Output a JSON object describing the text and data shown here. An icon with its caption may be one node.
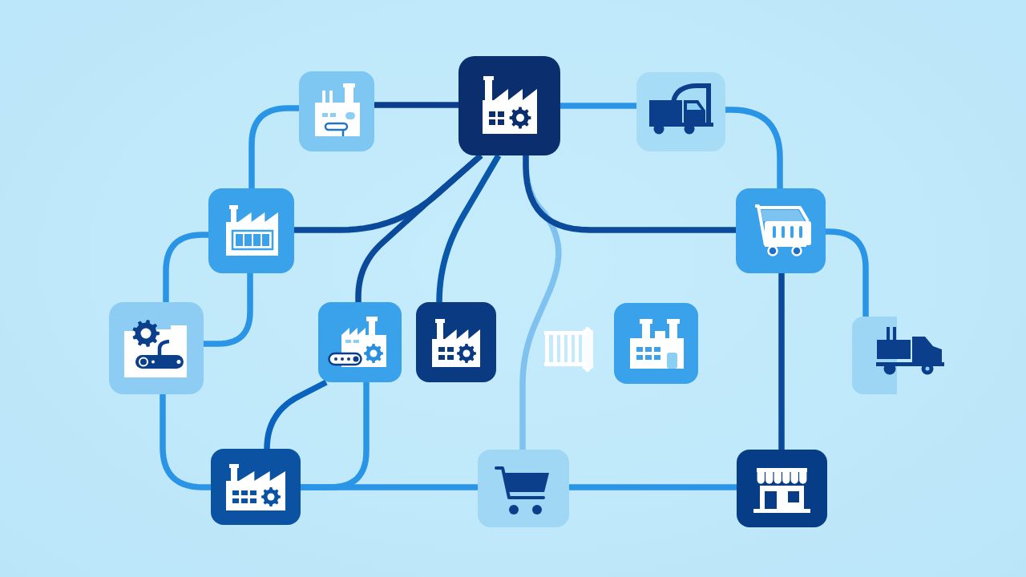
{
  "diagram": {
    "nodes": [
      {
        "text": [],
        "shape": "box"
      },
      {
        "text": [],
        "shape": "box"
      },
      {
        "text": [],
        "shape": "box"
      },
      {
        "text": [],
        "shape": "box"
      },
      {
        "text": [],
        "shape": "box"
      },
      {
        "text": [],
        "shape": "box"
      },
      {
        "text": [],
        "shape": "box"
      },
      {
        "text": [],
        "shape": "box"
      },
      {
        "text": [],
        "shape": "box"
      },
      {
        "text": [],
        "shape": "box"
      },
      {
        "text": [],
        "shape": "box"
      },
      {
        "text": [],
        "shape": "box"
      },
      {
        "text": [],
        "shape": "box"
      }
    ],
    "edges": [
      {
        "from": 0,
        "to": 1,
        "arrow": "none",
        "color": "#0a3e8c"
      },
      {
        "from": 0,
        "to": 3,
        "arrow": "none"
      },
      {
        "from": 1,
        "to": 2,
        "arrow": "none"
      },
      {
        "from": 2,
        "to": 4,
        "arrow": "none"
      },
      {
        "from": 1,
        "to": 4,
        "arrow": "none",
        "color": "#0b4a9b"
      },
      {
        "from": 3,
        "to": 1,
        "arrow": "none",
        "color": "#0b4a9b"
      },
      {
        "from": 6,
        "to": 1,
        "arrow": "none",
        "color": "#0b4a9b"
      },
      {
        "from": 1,
        "to": 7,
        "arrow": "none",
        "color": "#0a58ac"
      },
      {
        "from": 1,
        "to": 11,
        "arrow": "none",
        "color": "#7fc2ef"
      },
      {
        "from": 3,
        "to": 5,
        "arrow": "none"
      },
      {
        "from": 3,
        "to": 5,
        "arrow": "none"
      },
      {
        "from": 5,
        "to": 10,
        "arrow": "none"
      },
      {
        "from": 6,
        "to": 10,
        "arrow": "none",
        "color": "#0a64bf"
      },
      {
        "from": 6,
        "to": 10,
        "arrow": "none"
      },
      {
        "from": 10,
        "to": 11,
        "arrow": "none"
      },
      {
        "from": 11,
        "to": 12,
        "arrow": "none"
      },
      {
        "from": 4,
        "to": 12,
        "arrow": "none",
        "color": "#0b4a9b"
      },
      {
        "from": 4,
        "to": 9,
        "arrow": "none"
      }
    ]
  }
}
